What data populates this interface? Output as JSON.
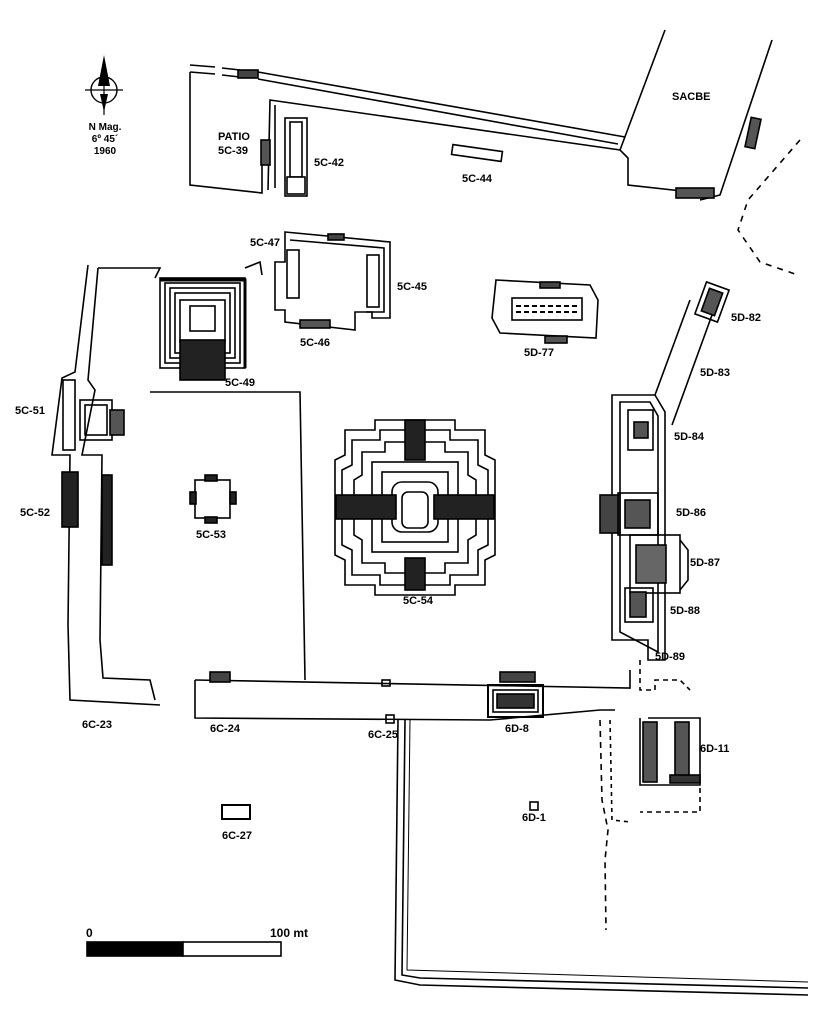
{
  "north_arrow": {
    "icon": "compass-north-arrow-icon",
    "lines": [
      "N Mag.",
      "6º 45´",
      "1960"
    ]
  },
  "labels": {
    "sacbe": "SACBE",
    "patio": "PATIO",
    "s5c39": "5C-39",
    "s5c42": "5C-42",
    "s5c44": "5C-44",
    "s5c47": "5C-47",
    "s5c45": "5C-45",
    "s5c46": "5C-46",
    "s5d77": "5D-77",
    "s5d82": "5D-82",
    "s5d83": "5D-83",
    "s5c49": "5C-49",
    "s5c51": "5C-51",
    "s5c52": "5C-52",
    "s5c53": "5C-53",
    "s5c54": "5C-54",
    "s5d84": "5D-84",
    "s5d86": "5D-86",
    "s5d87": "5D-87",
    "s5d88": "5D-88",
    "s5d89": "5D-89",
    "s6c23": "6C-23",
    "s6c24": "6C-24",
    "s6c25": "6C-25",
    "s6d8": "6D-8",
    "s6d11": "6D-11",
    "s6d1": "6D-1",
    "s6c27": "6C-27"
  },
  "scale": {
    "start": "0",
    "end": "100 mt"
  },
  "colors": {
    "ink": "#000000",
    "paper": "#ffffff"
  }
}
